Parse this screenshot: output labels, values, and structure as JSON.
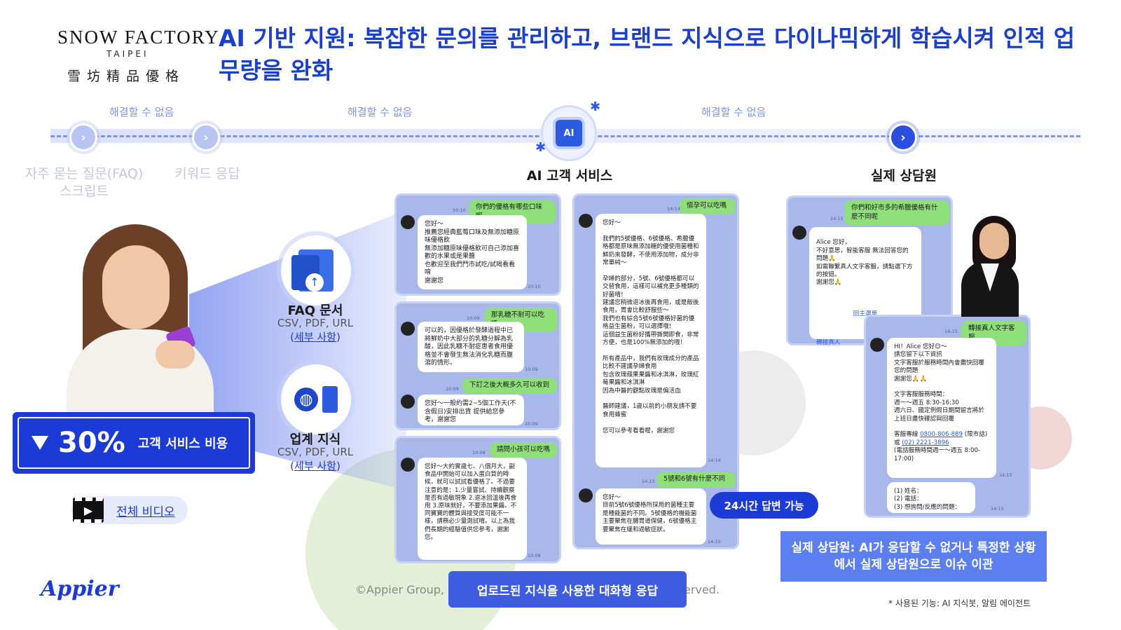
{
  "header": {
    "logo_main": "SNOW FACTORY",
    "logo_sub": "TAIPEI",
    "logo_cn": "雪坊精品優格",
    "title": "AI 기반 지원: 복잡한 문의를 관리하고, 브랜드 지식으로 다이나믹하게 학습시켜 인적 업무량을 완화"
  },
  "timeline": {
    "unresolved_1": "해결할 수 없음",
    "unresolved_2": "해결할 수 없음",
    "unresolved_3": "해결할 수 없음",
    "ai_chip_label": "AI",
    "stages": {
      "faq_script": "자주 묻는 질문(FAQ)\n스크립트",
      "keyword": "키워드 응답",
      "ai_service": "AI 고객 서비스",
      "live_agent": "실제 상담원"
    }
  },
  "left": {
    "saving_percent": "30%",
    "saving_label": "고객 서비스 비용",
    "video_label": "전체 비디오",
    "brand": "Appier"
  },
  "knowledge": {
    "faq_title": "FAQ 문서",
    "faq_formats": "CSV, PDF, URL",
    "faq_link": "세부 사항",
    "industry_title": "업계 지식",
    "industry_formats": "CSV, PDF, URL",
    "industry_link": "세부 사항"
  },
  "chat1": {
    "q1": "你們的優格有哪些口味呢",
    "q1_time": "10:10",
    "a1": "您好～\n推薦您經典藍莓口味及無添加糖原味優格飲\n無添加糖原味優格飲可自己添加喜歡的水果或是果醬\n也歡迎至我們門市試吃/試喝看看唷\n謝謝您",
    "a1_time": "10:10"
  },
  "chat2": {
    "q1": "那乳糖不耐可以吃嗎",
    "q1_time": "10:09",
    "a1": "可以的，因優格於發酵過程中已將鮮奶中大部分的乳糖分解為乳酸，因此乳糖不耐症患者食用優格並不會發生無法消化乳糖而腹瀉的情形。",
    "a1_time": "10:09",
    "q2": "下訂之後大概多久可以收到",
    "q2_time": "10:09",
    "a2": "您好～一般約需2~5個工作天(不含假日)安排出貨 提供給您參考，謝謝您",
    "a2_time": "10:09"
  },
  "chat3": {
    "q1": "請問小孩可以吃嗎",
    "q1_time": "10:08",
    "a1": "您好～大約實歲七、八個月大，副食品中開始可以加入蛋白質的時候，就可以試試看優格了。不過要注意的是：1.少量嘗試、持續觀察是否有過敏現象 2.退冰回溫後再食用 3.原味就好，不要添加果醬。不同寶寶的體質與接受度可能不一樣，請務必少量測試唷。以上為我們長期的經驗值供您參考，謝謝您。",
    "a1_time": "10:08"
  },
  "chat4": {
    "q1": "懷孕可以吃嗎",
    "q1_time": "14:14",
    "a1": "您好～\n\n我們的5號優格、6號優格、希臘優格都是原味無添加糖的優使用菌種和鮮奶來發酵，不使用添加物，成分非常單純～\n\n孕婦的部分，5號、6號優格都可以交替食用，這樣可以補充更多種類的好菌唷！\n建議您稍微退冰後再食用，或是飯後食用，胃會比較舒服些～\n我們也有綜合5號6號優格好菌的優格益生菌粉，可以選擇哦！\n這個益生菌粉好攜帶撕開即食，非常方便，也是100%無添加的哦！\n\n所有產品中，我們有玫瑰成分的產品比較不建議孕婦食用\n包含玫瑰蘋果果醬和冰淇淋，玫瑰紅莓果醬和冰淇淋\n因為中醫的觀點玫瑰是偏活血\n\n醫師建議，1歲以前的小朋友請不要食用蜂蜜\n\n您可以參考看看喔，謝謝您",
    "a1_time": "14:14",
    "q2": "5號和6號有什麼不同",
    "q2_time": "14:15",
    "a2": "您好～\n目前5號6號優格所採用的菌種主要是種能菌的不同。5號優格的機能菌主要聚焦在腸胃道保健，6號優格主要聚焦在緩和過敏症狀。",
    "a2_time": "14:15"
  },
  "badge_24": "24시간 답변 가능",
  "upload_label": "업로드된 지식을 사용한 대화형 응답",
  "copyright_head": "©Appier Group, I",
  "copyright_tail": "erved.",
  "chat5": {
    "q1": "你們和好市多的希臘優格有什麼不同呢",
    "q1_time": "14:15",
    "a1": "Alice 您好，\n不好意思，智能客服 無法回答您的問題🙏\n如需聯繫真人文字客服，請點選下方的按鈕。\n謝謝您🙏",
    "btn_menu": "回主選單",
    "btn_human": "轉接真人"
  },
  "chat6": {
    "q1": "轉接真人文字客服",
    "q1_time": "14:15",
    "a1_intro": "HI！Alice 您好😊～\n請您留下以下資訊\n文字客服於服務時間內會盡快回覆您的問題\n謝謝您🙏🙏\n\n文字客服服務時間：\n週一～週五 8:30-16:30\n週六日、國定例假日期間留言將於上班日盡快確認與回覆\n\n客服專線 ",
    "a1_phone1": "0800-806-889",
    "a1_mid": " (限市話)\n或 ",
    "a1_phone2": "(02) 2221-3896",
    "a1_end": "\n(電話服務時間週一～週五 8:00-17:00)",
    "a1_time": "14:15",
    "a2": "(1) 姓名：\n(2) 電話：\n(3) 想詢問/反應的問題：",
    "a2_time": "14:15"
  },
  "agent_note": "실제 상담원: AI가 응답할 수 없거나 특정한 상황에서 실제 상담원으로 이슈 이관",
  "footnote": "* 사용된 기능: AI 지식봇, 알림 에이전트"
}
